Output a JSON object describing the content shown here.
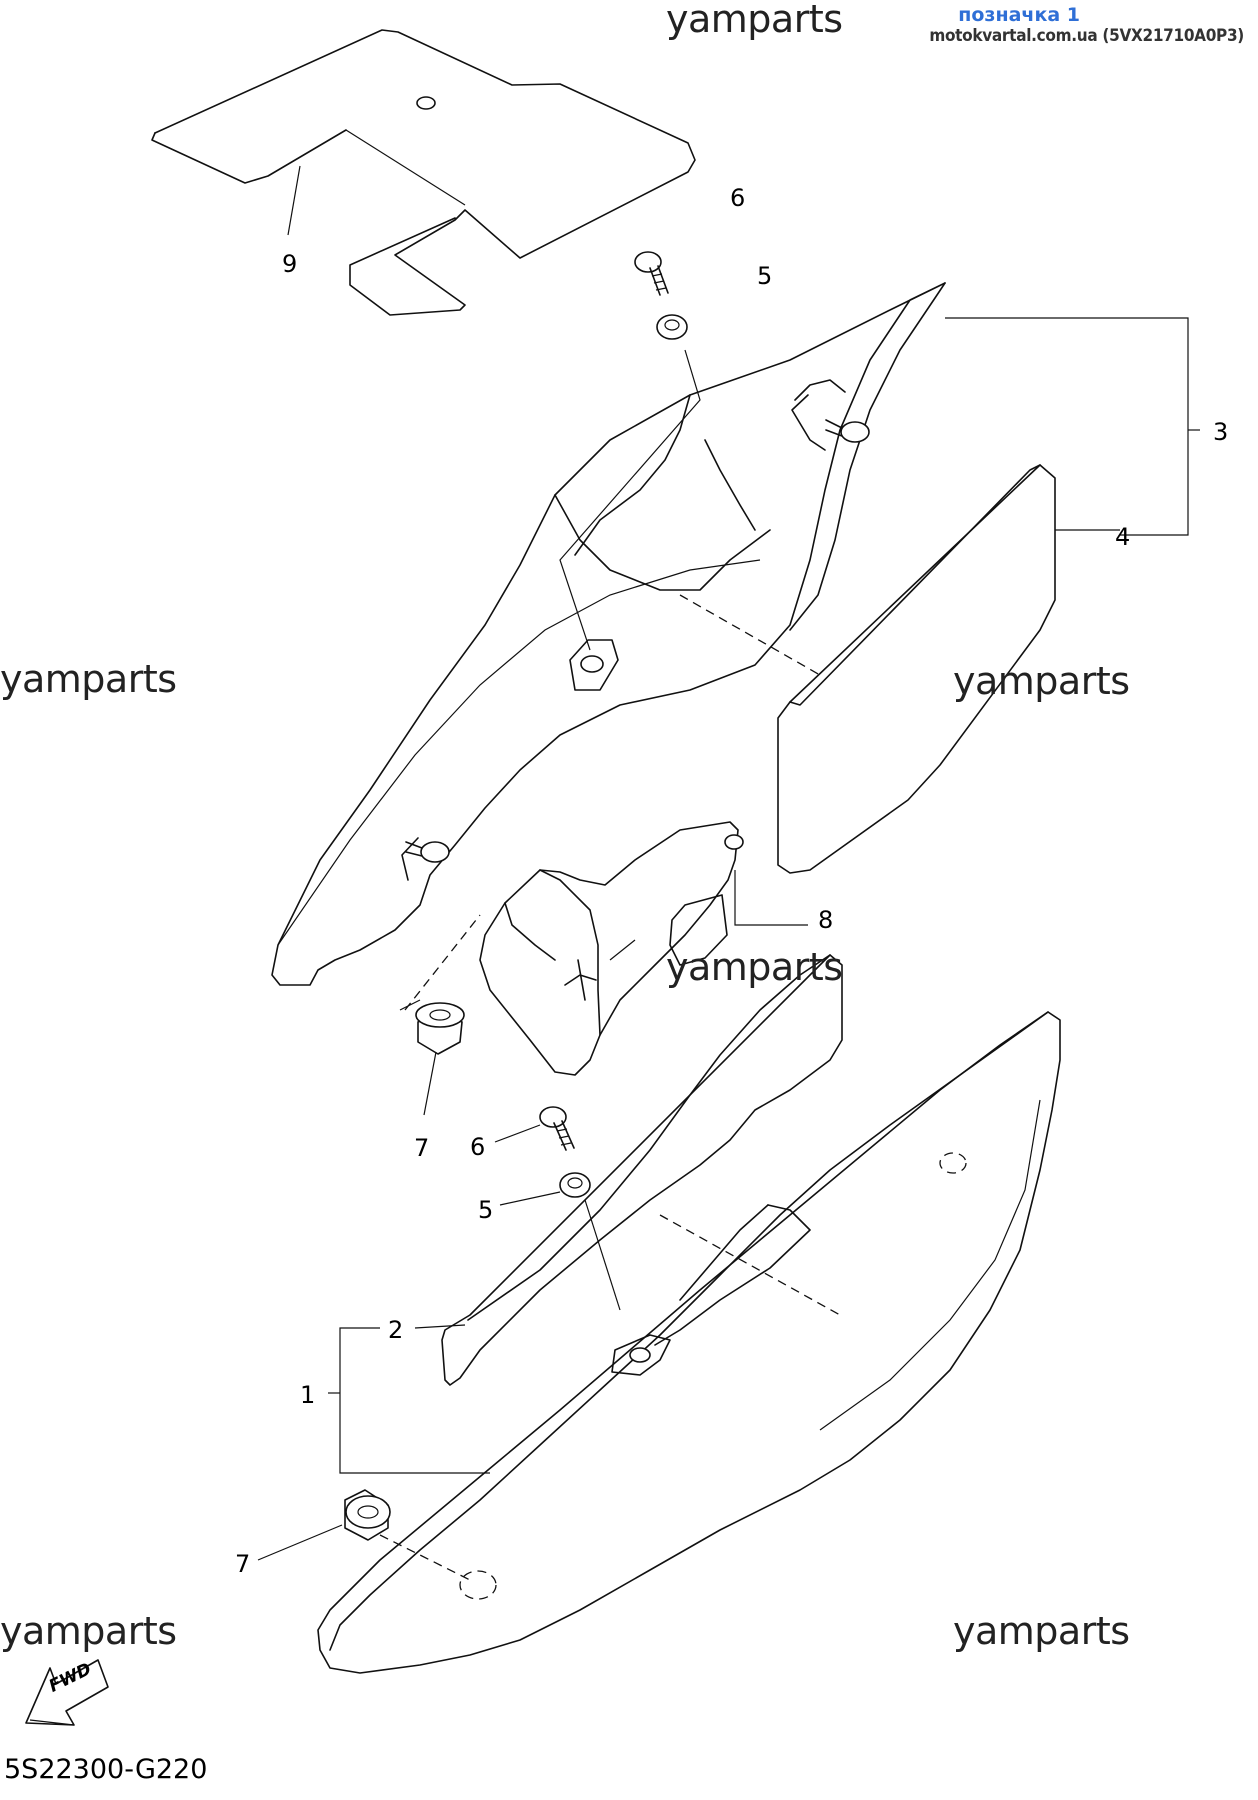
{
  "header": {
    "label": "позначка 1",
    "site": "motokvartal.com.ua (5VX21710A0P3)"
  },
  "watermarks": [
    "yamparts",
    "yamparts",
    "yamparts",
    "yamparts",
    "yamparts",
    "yamparts"
  ],
  "callouts": {
    "c1": "1",
    "c2": "2",
    "c3": "3",
    "c4": "4",
    "c5a": "5",
    "c5b": "5",
    "c6a": "6",
    "c6b": "6",
    "c7a": "7",
    "c7b": "7",
    "c8": "8",
    "c9": "9"
  },
  "fwd_badge": "FWD",
  "drawing_code": "5S22300-G220",
  "icons": [
    "fwd-arrow-icon"
  ]
}
